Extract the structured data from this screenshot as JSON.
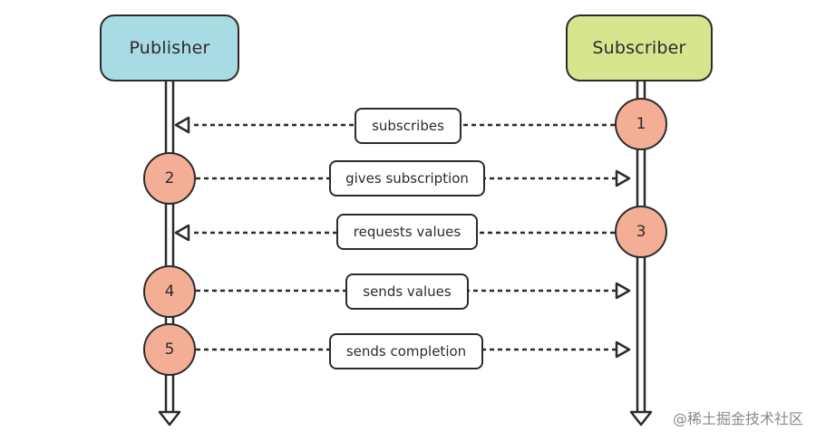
{
  "actors": {
    "publisher": {
      "label": "Publisher",
      "color": "#a8dbe3"
    },
    "subscriber": {
      "label": "Subscriber",
      "color": "#d6e58e"
    }
  },
  "step_color": "#f4ae96",
  "messages": [
    {
      "step": "1",
      "label": "subscribes",
      "from": "subscriber",
      "to": "publisher"
    },
    {
      "step": "2",
      "label": "gives subscription",
      "from": "publisher",
      "to": "subscriber"
    },
    {
      "step": "3",
      "label": "requests values",
      "from": "subscriber",
      "to": "publisher"
    },
    {
      "step": "4",
      "label": "sends values",
      "from": "publisher",
      "to": "subscriber"
    },
    {
      "step": "5",
      "label": "sends completion",
      "from": "publisher",
      "to": "subscriber"
    }
  ],
  "watermark": "@稀土掘金技术社区"
}
